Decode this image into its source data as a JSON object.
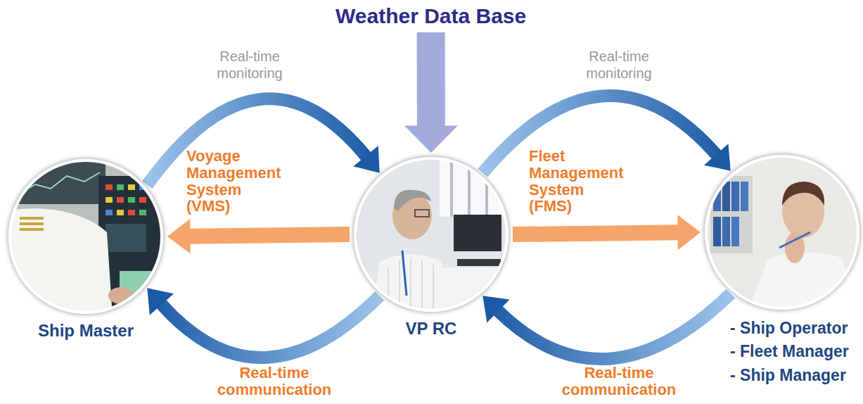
{
  "diagram": {
    "nodes": [
      {
        "text": [
          "Weather Data Base"
        ]
      },
      {
        "text": [
          "Ship Master"
        ]
      },
      {
        "text": [
          "VP RC"
        ]
      },
      {
        "text": [
          "- Ship Operator",
          "- Fleet Manager",
          "- Ship Manager"
        ]
      }
    ],
    "edges": [
      {
        "from": 0,
        "to": 2,
        "arrow": "to"
      },
      {
        "from": 1,
        "to": 2,
        "label": "Real-time monitoring",
        "arrow": "to"
      },
      {
        "from": 2,
        "to": 1,
        "label": "Voyage Management System (VMS)",
        "arrow": "to"
      },
      {
        "from": 2,
        "to": 1,
        "label": "Real-time communication",
        "arrow": "to"
      },
      {
        "from": 2,
        "to": 3,
        "label": "Real-time monitoring",
        "arrow": "to"
      },
      {
        "from": 2,
        "to": 3,
        "label": "Fleet Management System (FMS)",
        "arrow": "to"
      },
      {
        "from": 3,
        "to": 2,
        "label": "Real-time communication",
        "arrow": "to"
      }
    ]
  }
}
